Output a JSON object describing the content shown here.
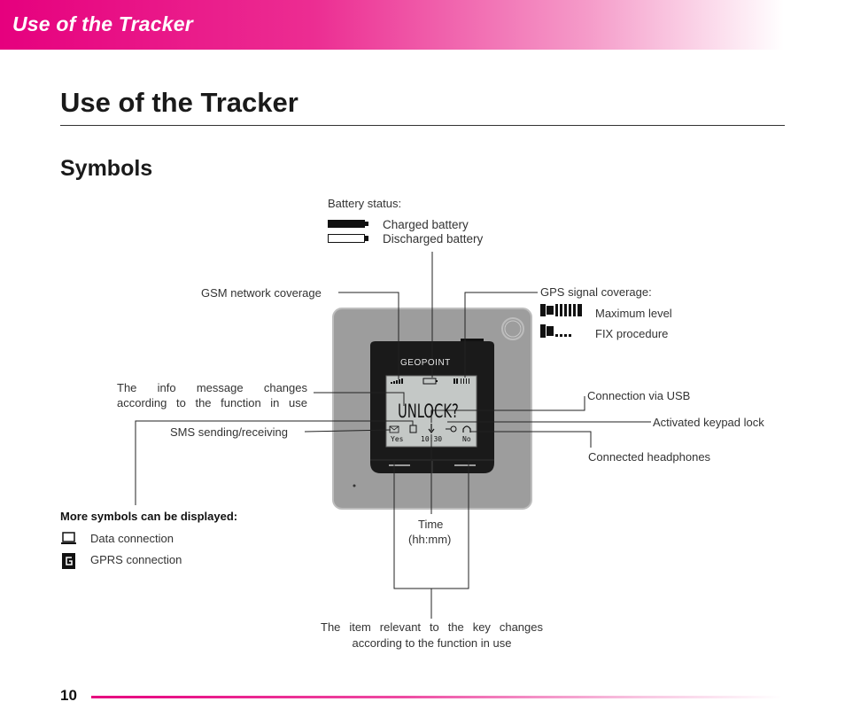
{
  "header": {
    "band_title": "Use of the Tracker",
    "accent_color": "#e6007e"
  },
  "page": {
    "title": "Use of the Tracker",
    "section": "Symbols",
    "page_number": "10"
  },
  "battery": {
    "heading": "Battery status:",
    "charged": "Charged battery",
    "discharged": "Discharged battery"
  },
  "gps": {
    "heading": "GPS signal coverage:",
    "max": "Maximum level",
    "fix": "FIX procedure"
  },
  "callouts": {
    "gsm": "GSM network coverage",
    "info_message": "The info message changes according to the function in use",
    "sms": "SMS sending/receiving",
    "usb": "Connection via USB",
    "keypad_lock": "Activated keypad lock",
    "headphones": "Connected headphones",
    "time": "Time",
    "time_format": "(hh:mm)",
    "key_item_line1": "The item relevant to the key changes",
    "key_item_line2": "according to the function in use"
  },
  "more_symbols": {
    "heading": "More symbols can be displayed:",
    "data_connection": "Data connection",
    "gprs_connection": "GPRS connection"
  },
  "device": {
    "brand": "GEOPOINT",
    "screen_message": "UNLOCK?",
    "left_soft_key": "Yes",
    "clock": "10:30",
    "right_soft_key": "No"
  }
}
